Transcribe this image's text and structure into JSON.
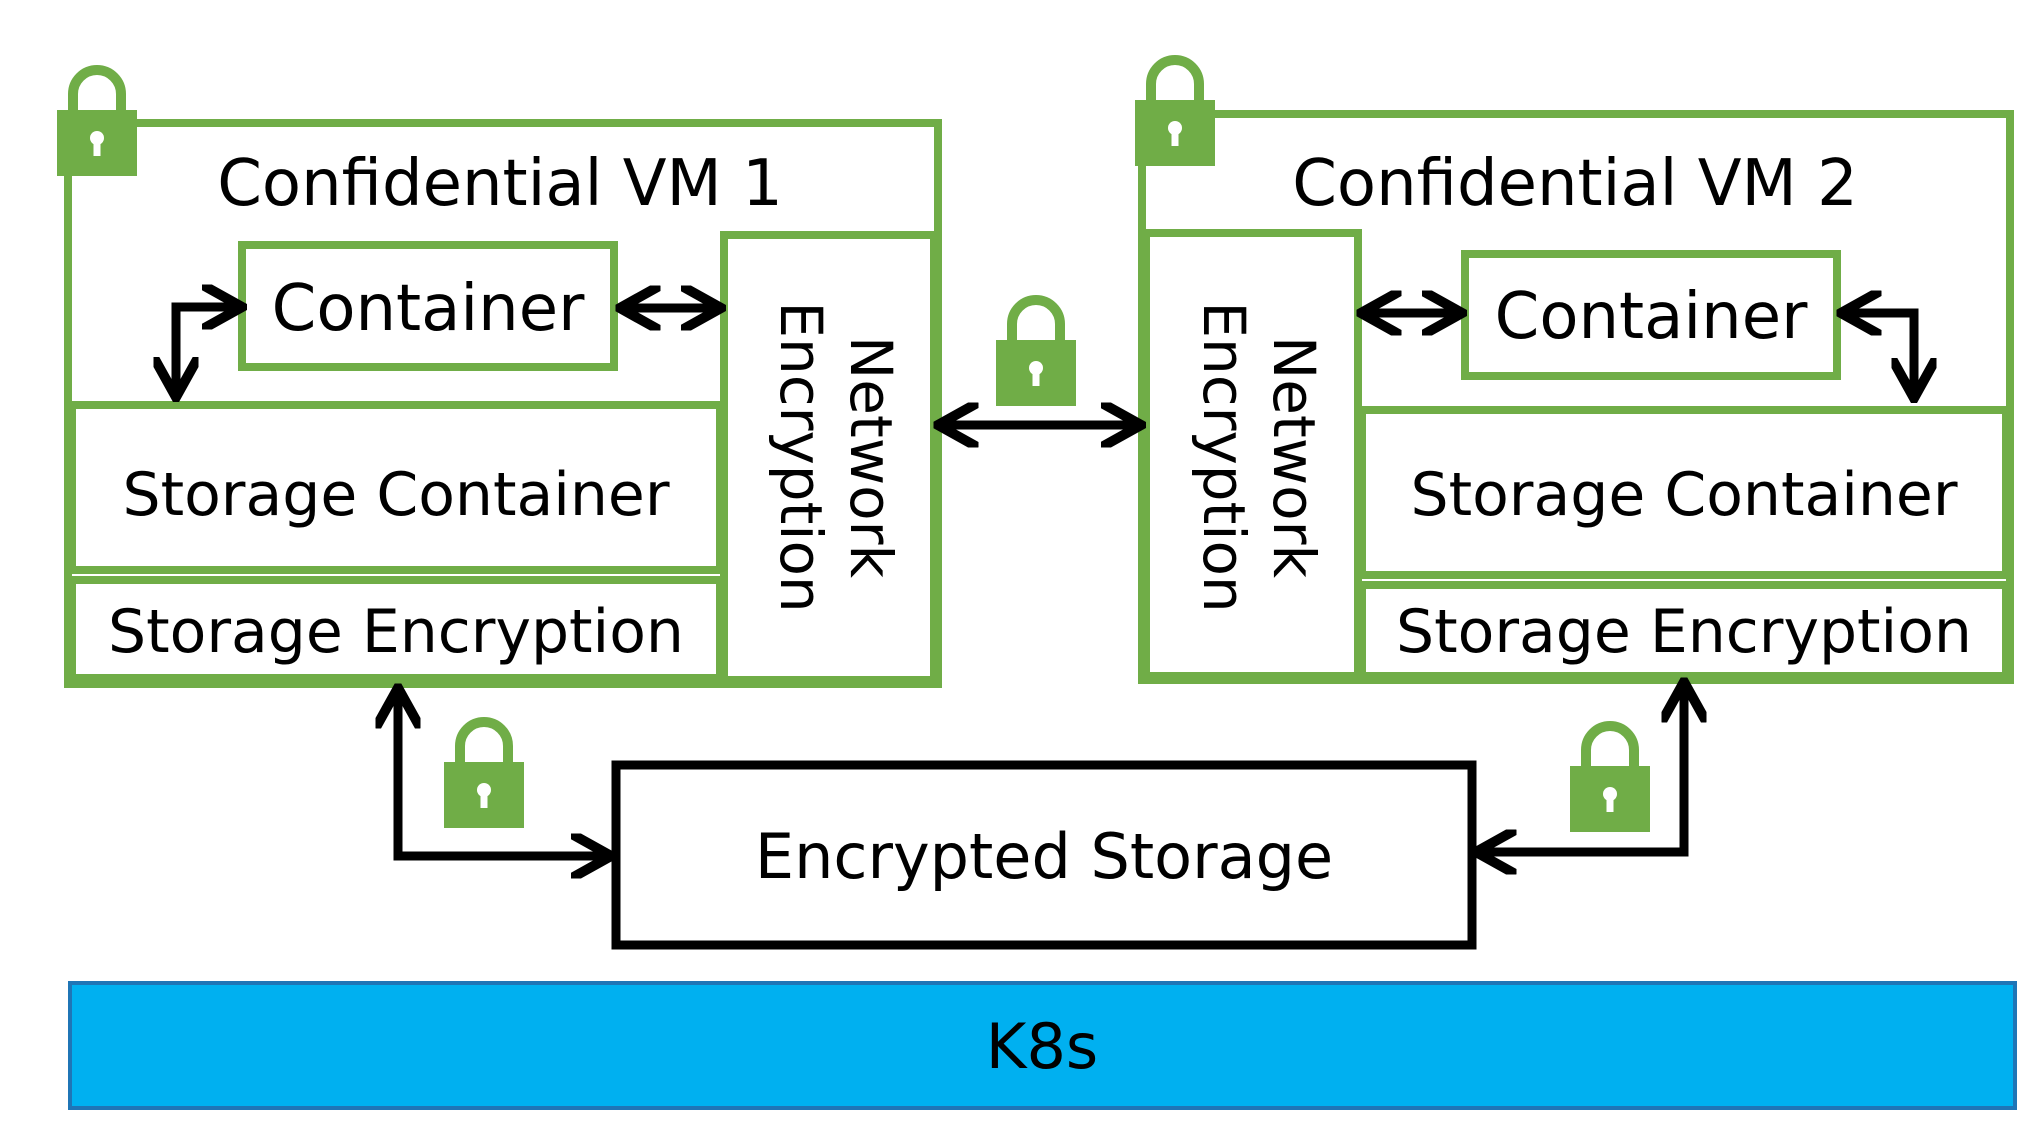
{
  "vm1": {
    "title": "Confidential VM 1",
    "container": "Container",
    "storage_container": "Storage Container",
    "storage_encryption": "Storage Encryption",
    "network_encryption_line1": "Network",
    "network_encryption_line2": "Encryption"
  },
  "vm2": {
    "title": "Confidential VM 2",
    "container": "Container",
    "storage_container": "Storage Container",
    "storage_encryption": "Storage Encryption",
    "network_encryption_line1": "Network",
    "network_encryption_line2": "Encryption"
  },
  "encrypted_storage": "Encrypted Storage",
  "platform": "K8s",
  "colors": {
    "green": "#70ad47",
    "blue": "#00b0f0",
    "black": "#000000"
  },
  "icons": [
    "lock-icon"
  ]
}
